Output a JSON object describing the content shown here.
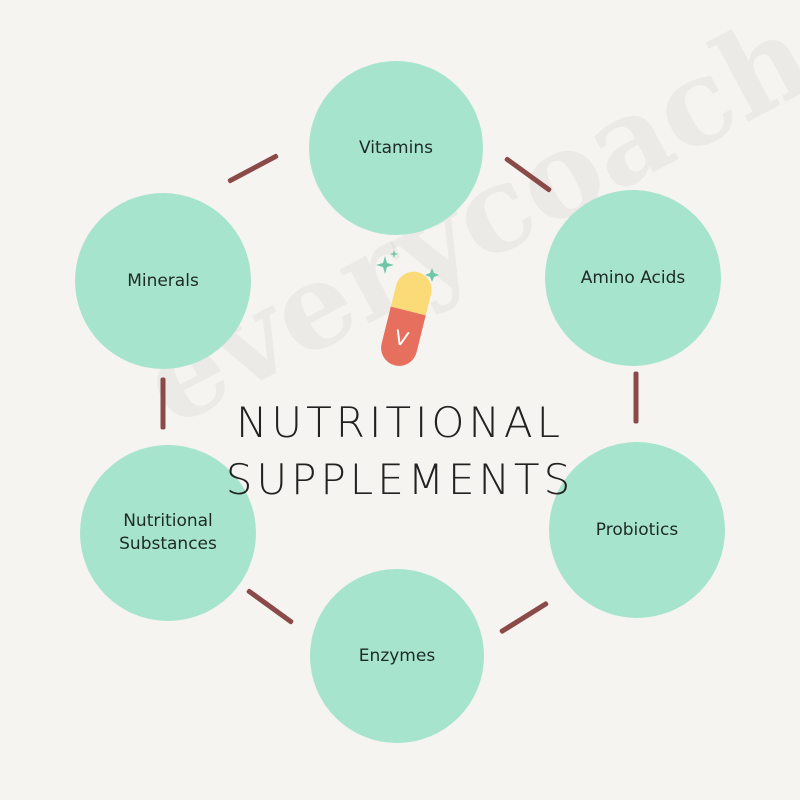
{
  "title": {
    "line1": "NUTRITIONAL",
    "line2": "SUPPLEMENTS"
  },
  "watermark": "everycoach",
  "pill_icon": {
    "icon": "pill-icon",
    "letter": "V"
  },
  "nodes": [
    {
      "id": "vitamins",
      "label": "Vitamins"
    },
    {
      "id": "amino-acids",
      "label": "Amino  Acids"
    },
    {
      "id": "probiotics",
      "label": "Probiotics"
    },
    {
      "id": "enzymes",
      "label": "Enzymes"
    },
    {
      "id": "nutritional-substances",
      "label": "Nutritional\nSubstances"
    },
    {
      "id": "minerals",
      "label": "Minerals"
    }
  ],
  "colors": {
    "background": "#f6f4f0",
    "node_fill": "#a6e4cd",
    "connector": "#8a4a48",
    "pill_top": "#fbdb77",
    "pill_bottom": "#e76f5e",
    "sparkle": "#6fc7a9"
  }
}
